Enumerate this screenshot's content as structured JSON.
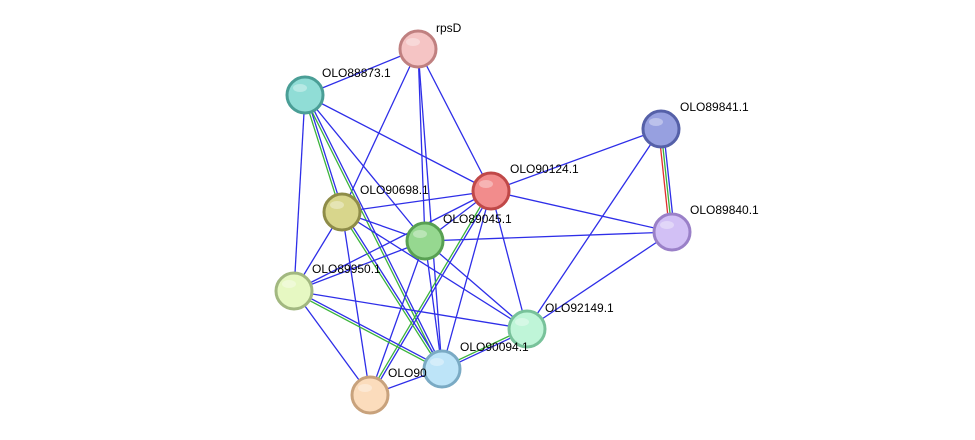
{
  "network": {
    "nodes": [
      {
        "id": "rpsD",
        "label": "rpsD",
        "fill": "#f5c4c4",
        "stroke": "#c08080"
      },
      {
        "id": "OLO88873.1",
        "label": "OLO88873.1",
        "fill": "#90ddd6",
        "stroke": "#4a9e96"
      },
      {
        "id": "OLO89841.1",
        "label": "OLO89841.1",
        "fill": "#97a0e0",
        "stroke": "#5560a8"
      },
      {
        "id": "OLO90124.1",
        "label": "OLO90124.1",
        "fill": "#f28c8c",
        "stroke": "#c04848"
      },
      {
        "id": "OLO90698.1",
        "label": "OLO90698.1",
        "fill": "#d8d68c",
        "stroke": "#8e8c48"
      },
      {
        "id": "OLO89840.1",
        "label": "OLO89840.1",
        "fill": "#d2c0f5",
        "stroke": "#9a80c8"
      },
      {
        "id": "OLO89045.1",
        "label": "OLO89045.1",
        "fill": "#96d890",
        "stroke": "#58a052"
      },
      {
        "id": "OLO89950.1",
        "label": "OLO89950.1",
        "fill": "#e6f8c2",
        "stroke": "#a2b880"
      },
      {
        "id": "OLO92149.1",
        "label": "OLO92149.1",
        "fill": "#bff5d8",
        "stroke": "#78c29a"
      },
      {
        "id": "OLO90094.1",
        "label": "OLO90094.1",
        "fill": "#bde4f8",
        "stroke": "#7aaac4"
      },
      {
        "id": "OLO90",
        "label": "OLO90",
        "fill": "#fbdcbc",
        "stroke": "#c8a27c"
      }
    ],
    "edges": [
      {
        "source": "rpsD",
        "target": "OLO88873.1",
        "colors": [
          "#2e2ee8"
        ]
      },
      {
        "source": "rpsD",
        "target": "OLO90124.1",
        "colors": [
          "#2e2ee8"
        ]
      },
      {
        "source": "rpsD",
        "target": "OLO90698.1",
        "colors": [
          "#2e2ee8"
        ]
      },
      {
        "source": "rpsD",
        "target": "OLO89045.1",
        "colors": [
          "#2e2ee8"
        ]
      },
      {
        "source": "rpsD",
        "target": "OLO90094.1",
        "colors": [
          "#2e2ee8"
        ]
      },
      {
        "source": "OLO88873.1",
        "target": "OLO90124.1",
        "colors": [
          "#2e2ee8"
        ]
      },
      {
        "source": "OLO88873.1",
        "target": "OLO90698.1",
        "colors": [
          "#2e2ee8",
          "#3cb43c"
        ]
      },
      {
        "source": "OLO88873.1",
        "target": "OLO89045.1",
        "colors": [
          "#2e2ee8"
        ]
      },
      {
        "source": "OLO88873.1",
        "target": "OLO89950.1",
        "colors": [
          "#2e2ee8"
        ]
      },
      {
        "source": "OLO88873.1",
        "target": "OLO90094.1",
        "colors": [
          "#2e2ee8",
          "#3cb43c"
        ]
      },
      {
        "source": "OLO89841.1",
        "target": "OLO89840.1",
        "colors": [
          "#2e2ee8",
          "#3cb43c",
          "#e03030"
        ]
      },
      {
        "source": "OLO89841.1",
        "target": "OLO90124.1",
        "colors": [
          "#2e2ee8"
        ]
      },
      {
        "source": "OLO89841.1",
        "target": "OLO92149.1",
        "colors": [
          "#2e2ee8"
        ]
      },
      {
        "source": "OLO90124.1",
        "target": "OLO90698.1",
        "colors": [
          "#2e2ee8"
        ]
      },
      {
        "source": "OLO90124.1",
        "target": "OLO89045.1",
        "colors": [
          "#2e2ee8"
        ]
      },
      {
        "source": "OLO90124.1",
        "target": "OLO89950.1",
        "colors": [
          "#2e2ee8"
        ]
      },
      {
        "source": "OLO90124.1",
        "target": "OLO89840.1",
        "colors": [
          "#2e2ee8"
        ]
      },
      {
        "source": "OLO90124.1",
        "target": "OLO92149.1",
        "colors": [
          "#2e2ee8"
        ]
      },
      {
        "source": "OLO90124.1",
        "target": "OLO90094.1",
        "colors": [
          "#2e2ee8"
        ]
      },
      {
        "source": "OLO90124.1",
        "target": "OLO90",
        "colors": [
          "#2e2ee8",
          "#3cb43c"
        ]
      },
      {
        "source": "OLO90698.1",
        "target": "OLO89045.1",
        "colors": [
          "#2e2ee8"
        ]
      },
      {
        "source": "OLO90698.1",
        "target": "OLO89950.1",
        "colors": [
          "#2e2ee8"
        ]
      },
      {
        "source": "OLO90698.1",
        "target": "OLO92149.1",
        "colors": [
          "#2e2ee8"
        ]
      },
      {
        "source": "OLO90698.1",
        "target": "OLO90094.1",
        "colors": [
          "#2e2ee8",
          "#3cb43c"
        ]
      },
      {
        "source": "OLO90698.1",
        "target": "OLO90",
        "colors": [
          "#2e2ee8"
        ]
      },
      {
        "source": "OLO89045.1",
        "target": "OLO89840.1",
        "colors": [
          "#2e2ee8"
        ]
      },
      {
        "source": "OLO89045.1",
        "target": "OLO89950.1",
        "colors": [
          "#2e2ee8"
        ]
      },
      {
        "source": "OLO89045.1",
        "target": "OLO92149.1",
        "colors": [
          "#2e2ee8"
        ]
      },
      {
        "source": "OLO89045.1",
        "target": "OLO90094.1",
        "colors": [
          "#2e2ee8"
        ]
      },
      {
        "source": "OLO89045.1",
        "target": "OLO90",
        "colors": [
          "#2e2ee8"
        ]
      },
      {
        "source": "OLO89840.1",
        "target": "OLO92149.1",
        "colors": [
          "#2e2ee8"
        ]
      },
      {
        "source": "OLO89950.1",
        "target": "OLO92149.1",
        "colors": [
          "#2e2ee8"
        ]
      },
      {
        "source": "OLO89950.1",
        "target": "OLO90094.1",
        "colors": [
          "#2e2ee8",
          "#3cb43c"
        ]
      },
      {
        "source": "OLO89950.1",
        "target": "OLO90",
        "colors": [
          "#2e2ee8"
        ]
      },
      {
        "source": "OLO92149.1",
        "target": "OLO90094.1",
        "colors": [
          "#2e2ee8",
          "#3cb43c"
        ]
      },
      {
        "source": "OLO90094.1",
        "target": "OLO90",
        "colors": [
          "#2e2ee8"
        ]
      }
    ]
  }
}
